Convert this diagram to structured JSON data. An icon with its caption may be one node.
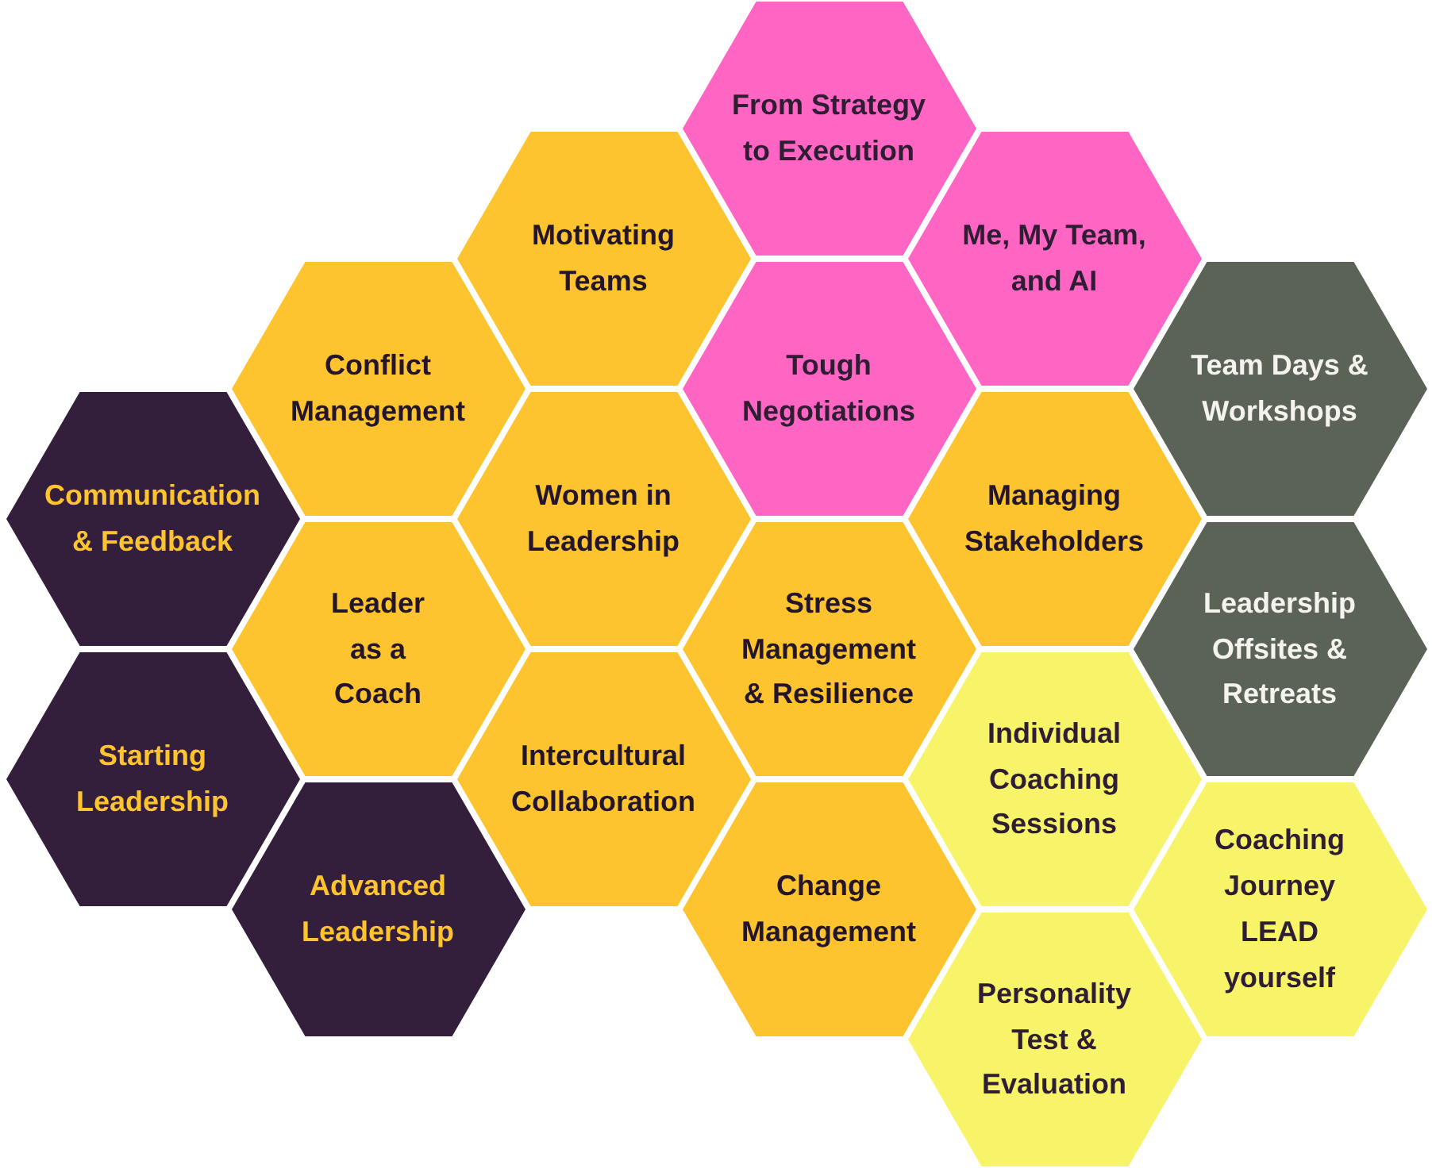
{
  "diagram": {
    "nodes": [
      {
        "text": [
          "From Strategy to Execution"
        ]
      },
      {
        "text": [
          "Motivating Teams"
        ]
      },
      {
        "text": [
          "Me, My Team, and AI"
        ]
      },
      {
        "text": [
          "Conflict Management"
        ]
      },
      {
        "text": [
          "Tough Negotiations"
        ]
      },
      {
        "text": [
          "Team Days & Workshops"
        ]
      },
      {
        "text": [
          "Communication & Feedback"
        ]
      },
      {
        "text": [
          "Women in Leadership"
        ]
      },
      {
        "text": [
          "Managing Stakeholders"
        ]
      },
      {
        "text": [
          "Leader as a Coach"
        ]
      },
      {
        "text": [
          "Stress Management & Resilience"
        ]
      },
      {
        "text": [
          "Leadership Offsites & Retreats"
        ]
      },
      {
        "text": [
          "Starting Leadership"
        ]
      },
      {
        "text": [
          "Intercultural Collaboration"
        ]
      },
      {
        "text": [
          "Individual Coaching Sessions"
        ]
      },
      {
        "text": [
          "Advanced Leadership"
        ]
      },
      {
        "text": [
          "Change Management"
        ]
      },
      {
        "text": [
          "Coaching Journey LEAD yourself"
        ]
      },
      {
        "text": [
          "Personality Test & Evaluation"
        ]
      }
    ]
  }
}
